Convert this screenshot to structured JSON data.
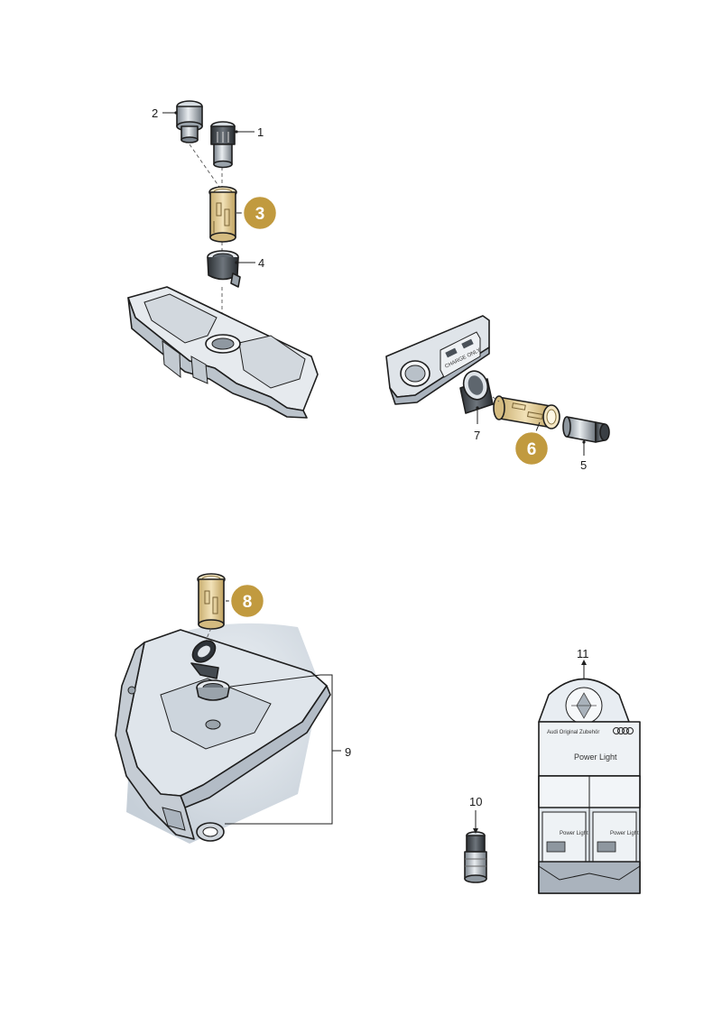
{
  "diagram": {
    "part_labels": [
      "1",
      "2",
      "4",
      "5",
      "7",
      "9",
      "10",
      "11"
    ],
    "highlight_callouts": [
      "3",
      "6",
      "8"
    ],
    "colors": {
      "callout_fill": "#c19a3f",
      "callout_stroke": "#ffffff",
      "highlight_part": "#e5cf97",
      "panel_grey": "#dce2e8",
      "panel_dark": "#aab3bd"
    },
    "usb_panel_text": "CHARGE ONLY",
    "display_box": {
      "brand_small": "Audi Original Zubehör",
      "title": "Power Light",
      "sub_label": "Power Light"
    }
  }
}
